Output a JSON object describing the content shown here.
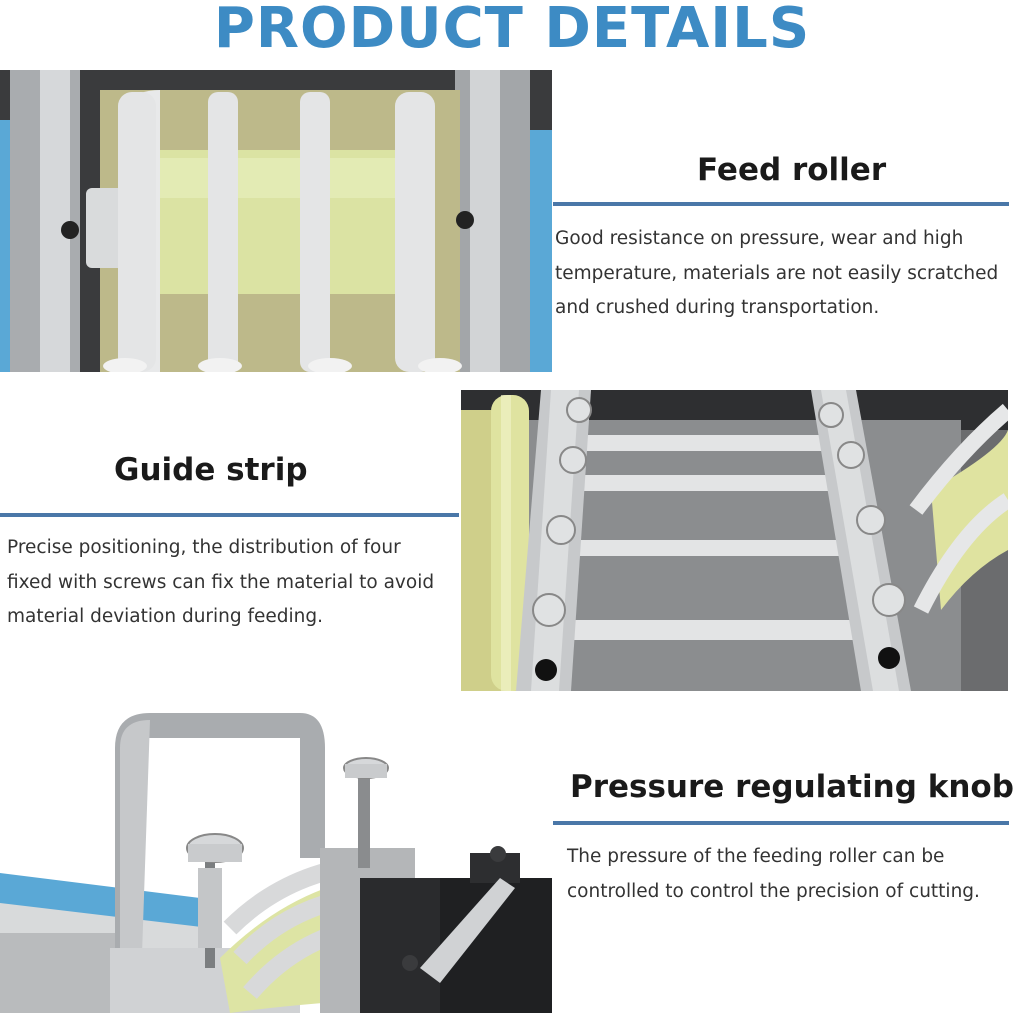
{
  "page": {
    "title": "PRODUCT DETAILS"
  },
  "sections": [
    {
      "heading": "Feed roller",
      "lines": [
        "Good resistance on pressure, wear and high",
        "temperature, materials are not easily scratched",
        "and crushed during transportation."
      ]
    },
    {
      "heading": "Guide strip",
      "lines": [
        "Precise positioning, the distribution of four",
        "fixed with screws can fix the material to avoid",
        "material deviation during feeding."
      ]
    },
    {
      "heading": "Pressure regulating knob",
      "lines": [
        "The pressure of the feeding roller can be",
        "controlled to control the precision of cutting."
      ]
    }
  ],
  "colors": {
    "title": "#3d8bc4",
    "rule": "#4a77a8",
    "roller": "#d9e3a0",
    "machine_blue": "#5aa8d6",
    "steel": "#c9cbcd"
  }
}
